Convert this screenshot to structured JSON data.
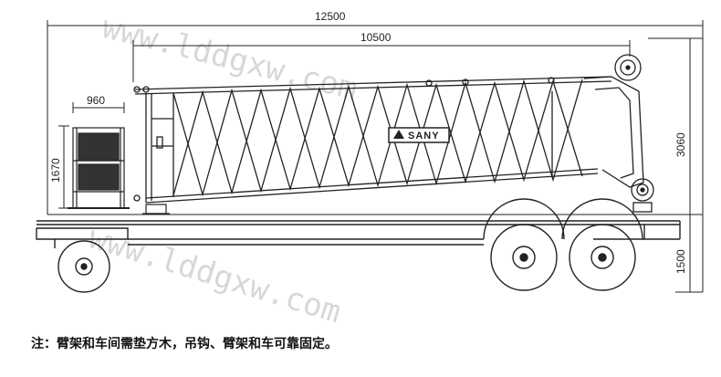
{
  "dimensions": {
    "total_length": "12500",
    "jib_length": "10500",
    "hook_block_width": "960",
    "hook_block_height": "1670",
    "jib_height": "3060",
    "deck_height": "1500"
  },
  "logo": {
    "text": "SANY"
  },
  "watermark": {
    "text": "www.lddgxw.com"
  },
  "note": "注：臂架和车间需垫方木，吊钩、臂架和车可靠固定。",
  "colors": {
    "line": "#222222",
    "watermark": "#b8b8b8"
  }
}
